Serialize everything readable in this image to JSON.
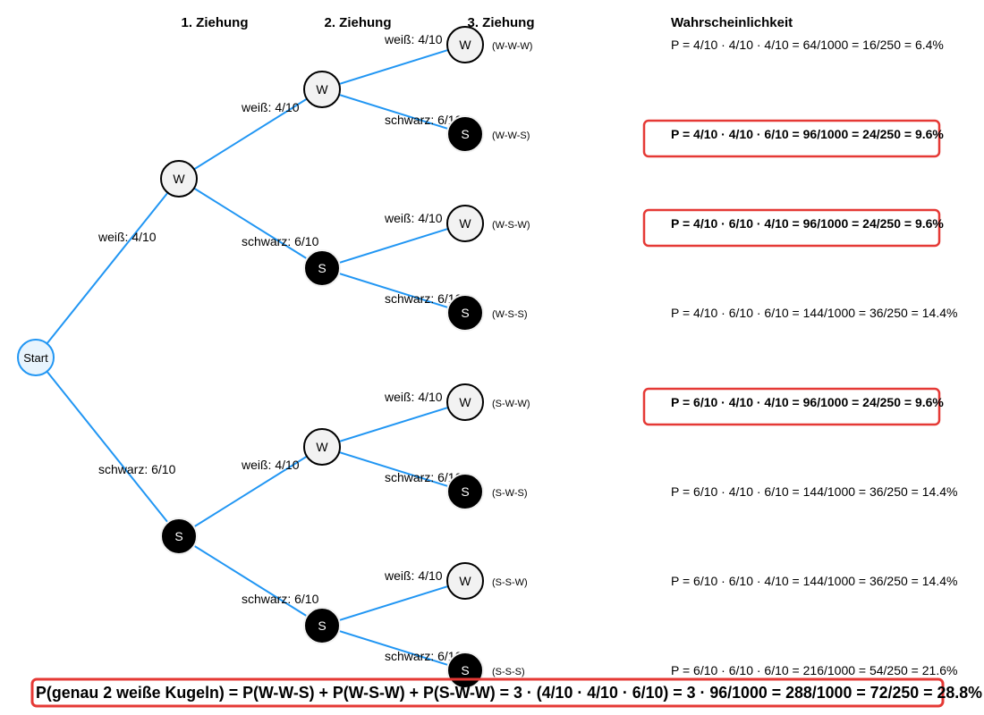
{
  "headers": {
    "draw1": "1. Ziehung",
    "draw2": "2. Ziehung",
    "draw3": "3. Ziehung",
    "probability": "Wahrscheinlichkeit"
  },
  "start_label": "Start",
  "level1": [
    {
      "node": "W",
      "edge_label": "weiß: 4/10",
      "color": "white"
    },
    {
      "node": "S",
      "edge_label": "schwarz: 6/10",
      "color": "black"
    }
  ],
  "level2": [
    {
      "node": "W",
      "edge_label": "weiß: 4/10",
      "color": "white"
    },
    {
      "node": "S",
      "edge_label": "schwarz: 6/10",
      "color": "black"
    },
    {
      "node": "W",
      "edge_label": "weiß: 4/10",
      "color": "white"
    },
    {
      "node": "S",
      "edge_label": "schwarz: 6/10",
      "color": "black"
    }
  ],
  "level3": [
    {
      "node": "W",
      "edge_label": "weiß: 4/10",
      "color": "white",
      "path": "(W-W-W)",
      "probability": "P = 4/10 · 4/10 · 4/10 = 64/1000 = 16/250 = 6.4%",
      "highlighted": false
    },
    {
      "node": "S",
      "edge_label": "schwarz: 6/10",
      "color": "black",
      "path": "(W-W-S)",
      "probability": "P = 4/10 · 4/10 · 6/10 = 96/1000 = 24/250 = 9.6%",
      "highlighted": true
    },
    {
      "node": "W",
      "edge_label": "weiß: 4/10",
      "color": "white",
      "path": "(W-S-W)",
      "probability": "P = 4/10 · 6/10 · 4/10 = 96/1000 = 24/250 = 9.6%",
      "highlighted": true
    },
    {
      "node": "S",
      "edge_label": "schwarz: 6/10",
      "color": "black",
      "path": "(W-S-S)",
      "probability": "P = 4/10 · 6/10 · 6/10 = 144/1000 = 36/250 = 14.4%",
      "highlighted": false
    },
    {
      "node": "W",
      "edge_label": "weiß: 4/10",
      "color": "white",
      "path": "(S-W-W)",
      "probability": "P = 6/10 · 4/10 · 4/10 = 96/1000 = 24/250 = 9.6%",
      "highlighted": true
    },
    {
      "node": "S",
      "edge_label": "schwarz: 6/10",
      "color": "black",
      "path": "(S-W-S)",
      "probability": "P = 6/10 · 4/10 · 6/10 = 144/1000 = 36/250 = 14.4%",
      "highlighted": false
    },
    {
      "node": "W",
      "edge_label": "weiß: 4/10",
      "color": "white",
      "path": "(S-S-W)",
      "probability": "P = 6/10 · 6/10 · 4/10 = 144/1000 = 36/250 = 14.4%",
      "highlighted": false
    },
    {
      "node": "S",
      "edge_label": "schwarz: 6/10",
      "color": "black",
      "path": "(S-S-S)",
      "probability": "P = 6/10 · 6/10 · 6/10 = 216/1000 = 54/250 = 21.6%",
      "highlighted": false
    }
  ],
  "summary": "P(genau 2 weiße Kugeln) = P(W-W-S) + P(W-S-W) + P(S-W-W) = 3 · (4/10 · 4/10 · 6/10) = 3 · 96/1000 = 288/1000 = 72/250 = 28.8%",
  "colors": {
    "edge": "#2196f3",
    "highlight": "#e53935",
    "white_ball_fill": "#f2f2f2",
    "start_fill": "#e8f4fd"
  }
}
